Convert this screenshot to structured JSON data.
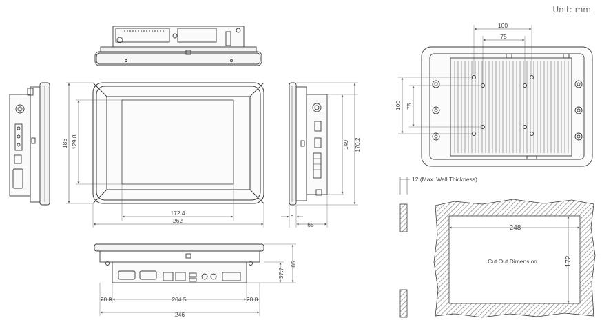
{
  "unit_label": "Unit: mm",
  "dimensions": {
    "total_width": "262",
    "display_width": "172.4",
    "total_height": "186",
    "display_height": "129.8",
    "side_depth": "65",
    "side_step": "6",
    "side_149": "149",
    "side_170": "170.2",
    "bottom_total": "246",
    "bottom_left": "20.8",
    "bottom_mid": "204.5",
    "bottom_right": "20.8",
    "bottom_height": "65",
    "bottom_io": "37.7",
    "vesa_100_h": "100",
    "vesa_75_h": "75",
    "vesa_100_v": "100",
    "vesa_75_v": "75",
    "cutout_width": "248",
    "cutout_height": "172"
  },
  "labels": {
    "wall_thickness": "12 (Max. Wall Thickness)",
    "cutout": "Cut Out Dimension"
  },
  "colors": {
    "line": "#3a3a3a",
    "dim_line": "#555555",
    "hatch": "#9a9a9a"
  }
}
